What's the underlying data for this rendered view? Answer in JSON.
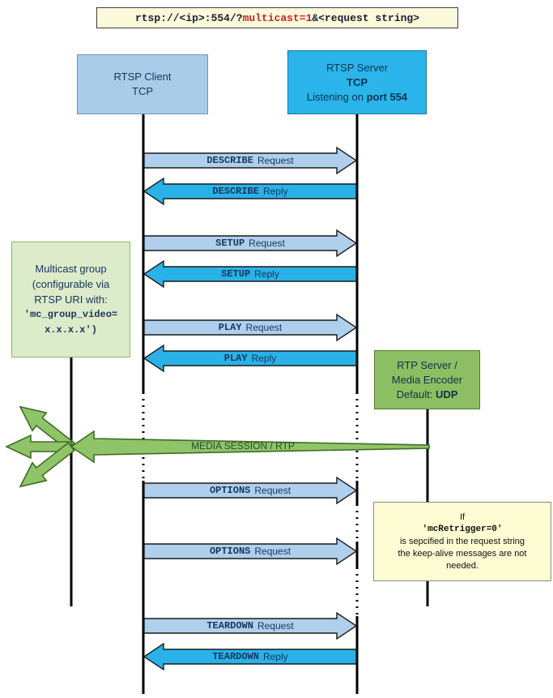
{
  "url_bar": {
    "prefix": "rtsp://<ip>:554/?",
    "highlight": "multicast=1",
    "suffix": "&<request string>"
  },
  "client_box": {
    "line1": "RTSP Client",
    "line2": "TCP"
  },
  "server_box": {
    "line1": "RTSP Server",
    "line2": "TCP",
    "line3_prefix": "Listening on ",
    "line3_bold": "port 554"
  },
  "multicast_box": {
    "line1": "Multicast group",
    "line2": "(configurable via",
    "line3": "RTSP URI with:",
    "line4": "'mc_group_video=",
    "line5": "x.x.x.x')"
  },
  "rtp_box": {
    "line1": "RTP Server /",
    "line2": "Media Encoder",
    "line3_prefix": "Default: ",
    "line3_bold": "UDP"
  },
  "note_box": {
    "line1": "If",
    "line2": "'mcRetrigger=0'",
    "line3": "is sepcified in the request string",
    "line4": "the keep-alive messages are not",
    "line5": "needed."
  },
  "media_arrow_label": "MEDIA SESSION / RTP",
  "arrows": [
    {
      "verb": "DESCRIBE",
      "kind": "Request",
      "direction": "right"
    },
    {
      "verb": "DESCRIBE",
      "kind": "Reply",
      "direction": "left"
    },
    {
      "verb": "SETUP",
      "kind": "Request",
      "direction": "right"
    },
    {
      "verb": "SETUP",
      "kind": "Reply",
      "direction": "left"
    },
    {
      "verb": "PLAY",
      "kind": "Request",
      "direction": "right"
    },
    {
      "verb": "PLAY",
      "kind": "Reply",
      "direction": "left"
    },
    {
      "verb": "OPTIONS",
      "kind": "Request",
      "direction": "right"
    },
    {
      "verb": "OPTIONS",
      "kind": "Request",
      "direction": "right"
    },
    {
      "verb": "TEARDOWN",
      "kind": "Request",
      "direction": "right"
    },
    {
      "verb": "TEARDOWN",
      "kind": "Reply",
      "direction": "left"
    }
  ],
  "colors": {
    "request": "#aed0ec",
    "reply": "#29b2e8",
    "media": "#8fc468",
    "client_box": "#a9cde9",
    "server_box": "#2ab4e9",
    "multicast_box": "#dcebc9",
    "rtp_box": "#8cbf63",
    "note_box": "#fdfcd2",
    "url_box": "#fbfbdc",
    "text": "#16365c",
    "highlight": "#c0272d"
  }
}
